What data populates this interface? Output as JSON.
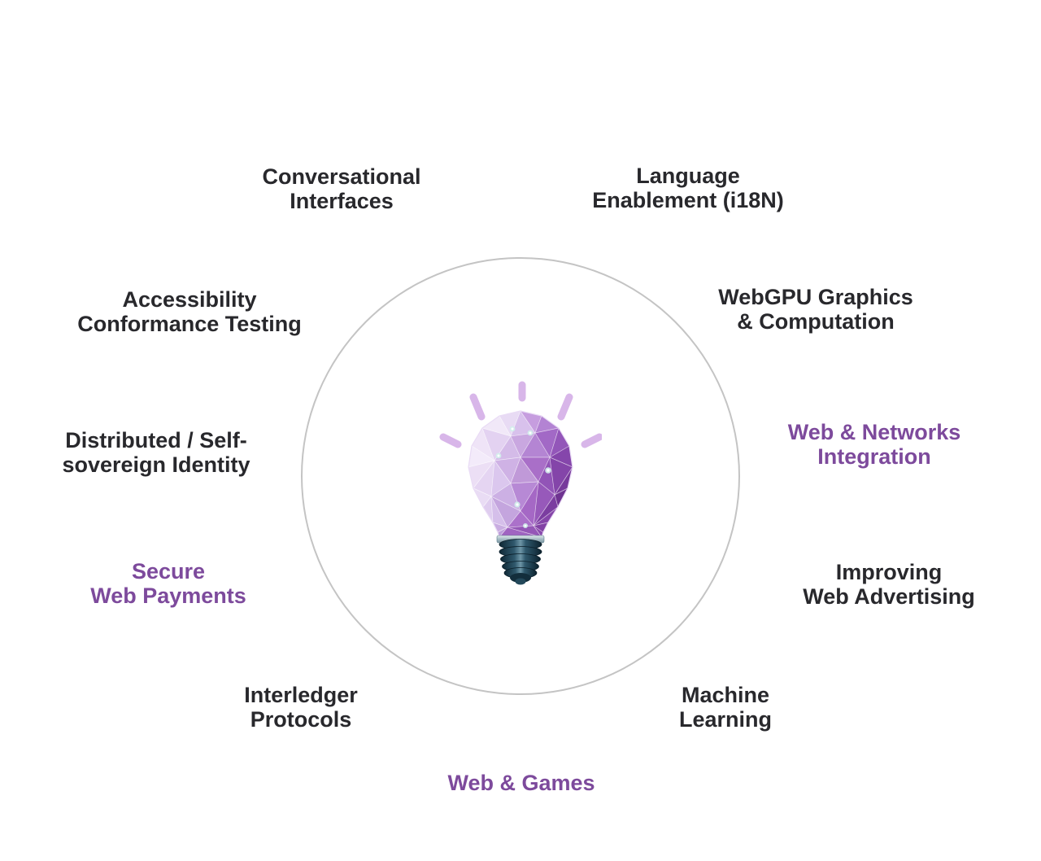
{
  "page": {
    "background": "#ffffff",
    "description": "Topic wheel diagram: polygonal lightbulb inside a circle surrounded by technology topic labels"
  },
  "diagram": {
    "center_image": "low-poly-lightbulb-illustration",
    "circle_border_color": "#c4c4c4",
    "colors": {
      "dark_text": "#28282c",
      "purple_text": "#7d4a9c",
      "light_ray": "#d8b6e9",
      "bulb_light": "#f1e8f8",
      "bulb_dark": "#6f3391",
      "socket_teal": "#1e3c4d"
    },
    "topics": [
      {
        "lines": [
          "Conversational",
          "Interfaces"
        ],
        "emphasis": false
      },
      {
        "lines": [
          "Language",
          "Enablement (i18N)"
        ],
        "emphasis": false
      },
      {
        "lines": [
          "Accessibility",
          "Conformance Testing"
        ],
        "emphasis": false
      },
      {
        "lines": [
          "WebGPU Graphics",
          "& Computation"
        ],
        "emphasis": false
      },
      {
        "lines": [
          "Distributed / Self-",
          "sovereign Identity"
        ],
        "emphasis": false
      },
      {
        "lines": [
          "Web & Networks",
          "Integration"
        ],
        "emphasis": true
      },
      {
        "lines": [
          "Secure",
          "Web Payments"
        ],
        "emphasis": true
      },
      {
        "lines": [
          "Improving",
          "Web Advertising"
        ],
        "emphasis": false
      },
      {
        "lines": [
          "Interledger",
          "Protocols"
        ],
        "emphasis": false
      },
      {
        "lines": [
          "Machine",
          "Learning"
        ],
        "emphasis": false
      },
      {
        "lines": [
          "Web & Games"
        ],
        "emphasis": true
      }
    ]
  }
}
